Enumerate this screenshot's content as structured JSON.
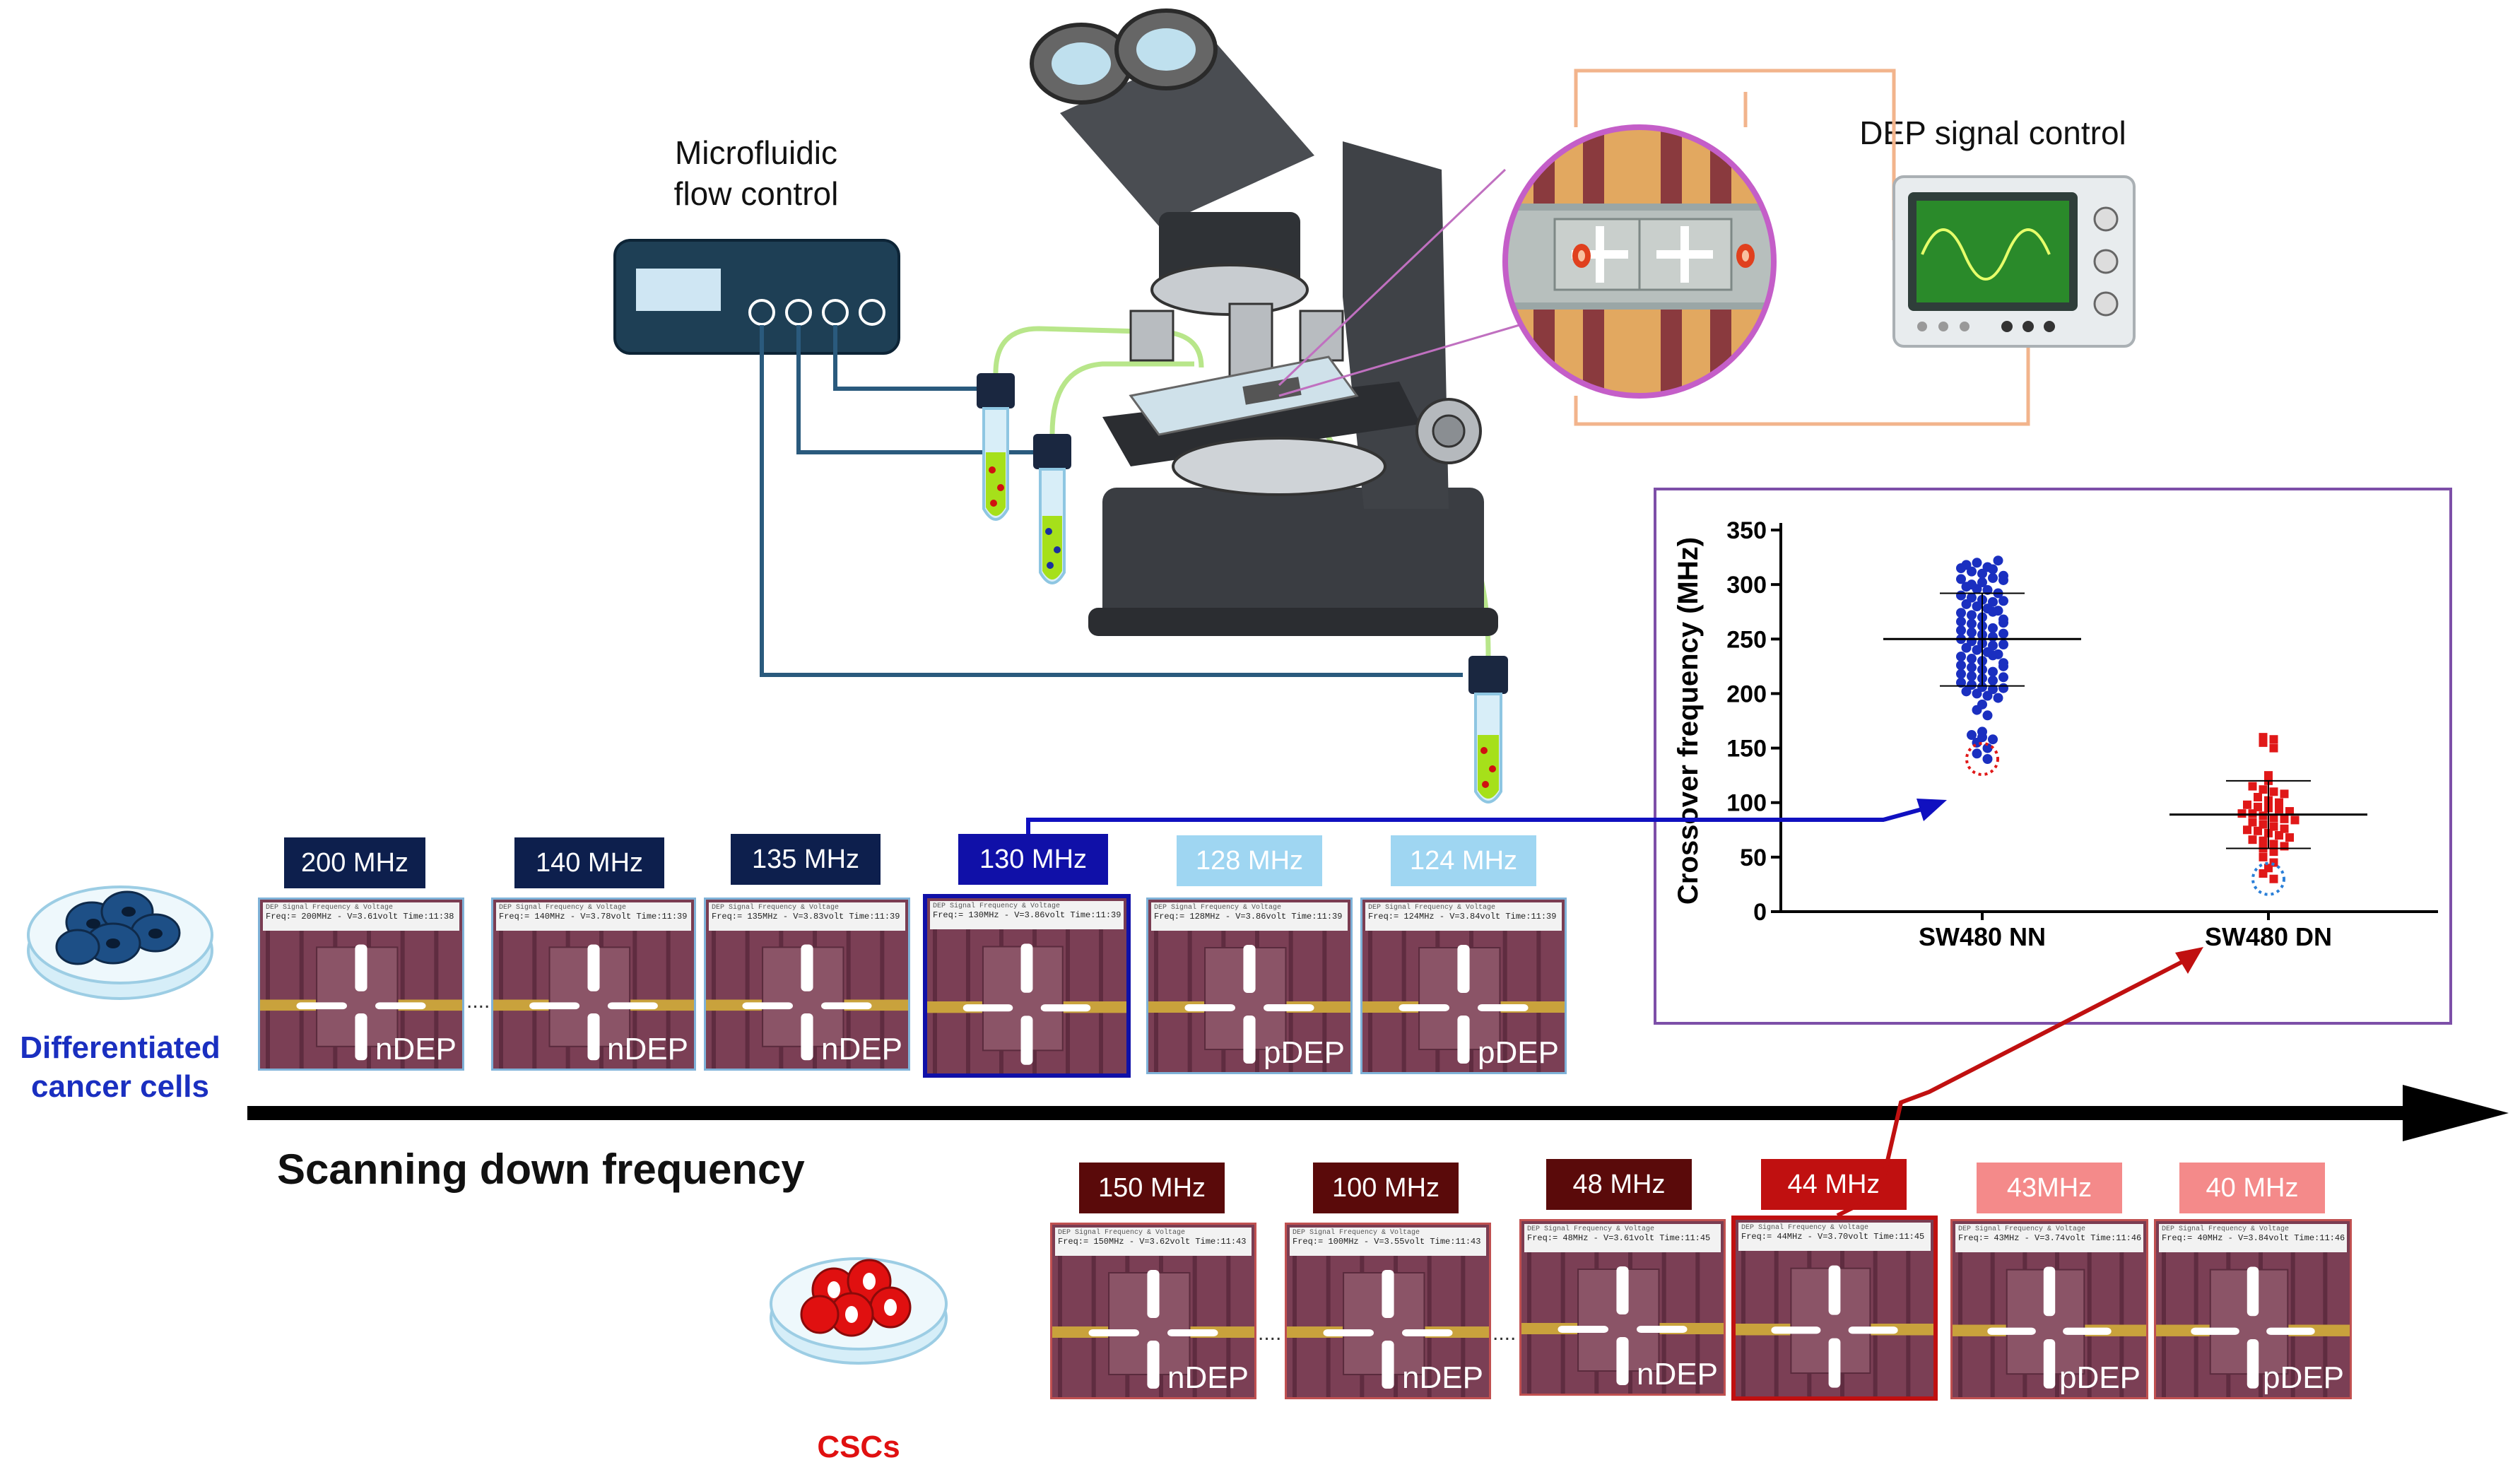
{
  "labels": {
    "microfluidic": "Microfluidic\nflow control",
    "dep_signal": "DEP signal control",
    "differentiated": "Differentiated\ncancer cells",
    "cscs": "CSCs",
    "scanning": "Scanning down frequency"
  },
  "top_row": [
    {
      "freq": "200 MHz",
      "status": "Freq:= 200MHz - V=3.61volt Time:11:38",
      "mode": "nDEP",
      "tag_color": "#0d1f4d",
      "highlight": false
    },
    {
      "freq": "140 MHz",
      "status": "Freq:= 140MHz - V=3.78volt Time:11:39",
      "mode": "nDEP",
      "tag_color": "#0d1f4d",
      "highlight": false
    },
    {
      "freq": "135 MHz",
      "status": "Freq:= 135MHz - V=3.83volt Time:11:39",
      "mode": "nDEP",
      "tag_color": "#0d1f4d",
      "highlight": false
    },
    {
      "freq": "130 MHz",
      "status": "Freq:= 130MHz - V=3.86volt Time:11:39",
      "mode": "",
      "tag_color": "#1010a8",
      "highlight": true
    },
    {
      "freq": "128 MHz",
      "status": "Freq:= 128MHz - V=3.86volt Time:11:39",
      "mode": "pDEP",
      "tag_color": "#9fd6f2",
      "highlight": false
    },
    {
      "freq": "124 MHz",
      "status": "Freq:= 124MHz - V=3.84volt Time:11:39",
      "mode": "pDEP",
      "tag_color": "#9fd6f2",
      "highlight": false
    }
  ],
  "bottom_row": [
    {
      "freq": "150 MHz",
      "status": "Freq:= 150MHz - V=3.62volt Time:11:43",
      "mode": "nDEP",
      "tag_color": "#5a0a0a",
      "highlight": false
    },
    {
      "freq": "100 MHz",
      "status": "Freq:= 100MHz - V=3.55volt Time:11:43",
      "mode": "nDEP",
      "tag_color": "#5a0a0a",
      "highlight": false
    },
    {
      "freq": "48 MHz",
      "status": "Freq:= 48MHz - V=3.61volt Time:11:45",
      "mode": "nDEP",
      "tag_color": "#5a0a0a",
      "highlight": false
    },
    {
      "freq": "44 MHz",
      "status": "Freq:= 44MHz - V=3.70volt Time:11:45",
      "mode": "",
      "tag_color": "#c01010",
      "highlight": true
    },
    {
      "freq": "43MHz",
      "status": "Freq:= 43MHz - V=3.74volt Time:11:46",
      "mode": "pDEP",
      "tag_color": "#f48a8a",
      "highlight": false
    },
    {
      "freq": "40 MHz",
      "status": "Freq:= 40MHz - V=3.84volt Time:11:46",
      "mode": "pDEP",
      "tag_color": "#f48a8a",
      "highlight": false
    }
  ],
  "status_title": "DEP Signal Frequency & Voltage",
  "ellipsis": "....",
  "colors": {
    "nn": "#1a2fc0",
    "dn": "#e01818",
    "inset_border": "#7d4fa8",
    "cell_dark": "#1d3f6e"
  },
  "chart_data": {
    "type": "scatter",
    "ylabel": "Crossover frequency (MHz)",
    "xlabel": "",
    "categories": [
      "SW480 NN",
      "SW480 DN"
    ],
    "yticks": [
      0,
      50,
      100,
      150,
      200,
      250,
      300,
      350
    ],
    "ylim": [
      0,
      350
    ],
    "series": [
      {
        "name": "SW480 NN",
        "marker": "circle",
        "color": "#1a2fc0",
        "mean": 250,
        "sd": [
          207,
          292
        ],
        "highlight": 140,
        "values": [
          318,
          315,
          312,
          320,
          316,
          310,
          322,
          314,
          305,
          308,
          300,
          302,
          306,
          298,
          296,
          304,
          295,
          290,
          288,
          292,
          286,
          284,
          282,
          280,
          285,
          278,
          276,
          274,
          272,
          270,
          275,
          268,
          266,
          264,
          262,
          260,
          265,
          258,
          256,
          254,
          252,
          250,
          255,
          248,
          246,
          244,
          242,
          240,
          245,
          238,
          236,
          234,
          232,
          230,
          235,
          228,
          226,
          224,
          222,
          220,
          225,
          218,
          216,
          214,
          212,
          210,
          215,
          208,
          206,
          204,
          202,
          200,
          205,
          198,
          196,
          190,
          185,
          180,
          165,
          162,
          160,
          158,
          155,
          150,
          145,
          140
        ]
      },
      {
        "name": "SW480 DN",
        "marker": "square",
        "color": "#e01818",
        "mean": 89,
        "sd": [
          58,
          120
        ],
        "highlight": 30,
        "values": [
          160,
          158,
          155,
          150,
          125,
          120,
          115,
          112,
          110,
          108,
          105,
          102,
          100,
          98,
          96,
          95,
          94,
          92,
          90,
          90,
          88,
          86,
          85,
          84,
          82,
          80,
          78,
          76,
          75,
          74,
          72,
          70,
          68,
          66,
          65,
          62,
          60,
          58,
          55,
          50,
          45,
          40,
          35,
          30
        ]
      }
    ]
  }
}
